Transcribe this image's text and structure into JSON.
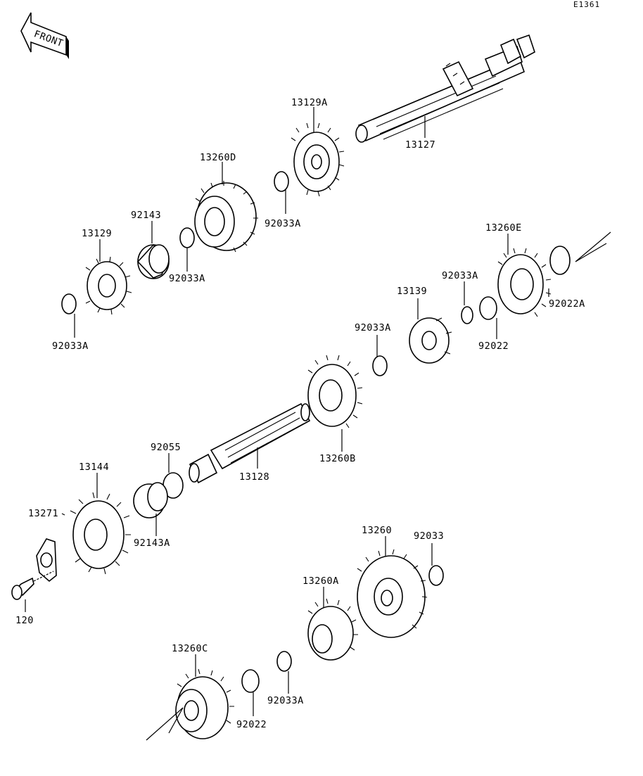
{
  "diagram_code": "E1361",
  "front_label": "FRONT",
  "parts": [
    {
      "id": "13127"
    },
    {
      "id": "13129A"
    },
    {
      "id": "13260D"
    },
    {
      "id": "92033A"
    },
    {
      "id": "92143"
    },
    {
      "id": "13129"
    },
    {
      "id": "92033A"
    },
    {
      "id": "92033A"
    },
    {
      "id": "13260E"
    },
    {
      "id": "92033A"
    },
    {
      "id": "13139"
    },
    {
      "id": "92022A"
    },
    {
      "id": "92022"
    },
    {
      "id": "92033A"
    },
    {
      "id": "92055"
    },
    {
      "id": "13144"
    },
    {
      "id": "13128"
    },
    {
      "id": "13260B"
    },
    {
      "id": "13271"
    },
    {
      "id": "92143A"
    },
    {
      "id": "120"
    },
    {
      "id": "13260"
    },
    {
      "id": "92033"
    },
    {
      "id": "13260A"
    },
    {
      "id": "13260C"
    },
    {
      "id": "92033A"
    },
    {
      "id": "92022"
    }
  ]
}
